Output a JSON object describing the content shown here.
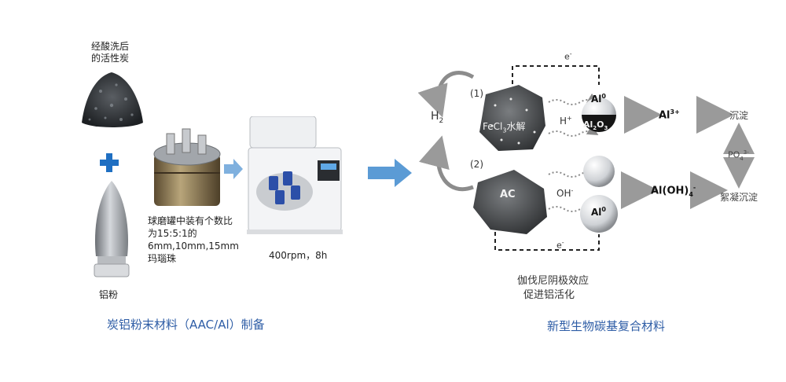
{
  "left": {
    "carbon_label_1": "经酸洗后",
    "carbon_label_2": "的活性炭",
    "al_label": "铝粉",
    "jar_l1": "球磨罐中装有个数比",
    "jar_l2": "为15:5:1的",
    "jar_l3": "6mm,10mm,15mm",
    "jar_l4": "玛瑙珠",
    "mill_label": "400rpm，8h",
    "caption": "炭铝粉末材料（AAC/Al）制备"
  },
  "right": {
    "h2": "H",
    "h2_sub": "2",
    "path1": "(1)",
    "path2": "(2)",
    "fecl3_a": "FeCl",
    "fecl3_sub": "3",
    "fecl3_b": "水解",
    "ac": "AC",
    "hplus": "H",
    "hplus_sup": "+",
    "ohminus": "OH",
    "ohminus_sup": "-",
    "al0": "Al",
    "al0_sup": "0",
    "al2o3_a": "Al",
    "al2o3_sub1": "2",
    "al2o3_b": "O",
    "al2o3_sub2": "3",
    "al3plus": "Al",
    "al3plus_sup": "3+",
    "aloh4_a": "Al(OH)",
    "aloh4_sub": "4",
    "aloh4_sup": "-",
    "precip": "沉淀",
    "po4_a": "PO",
    "po4_sub": "4",
    "po4_sup": "3-",
    "floc": "絮凝沉淀",
    "e_top": "e",
    "e_bottom": "e",
    "e_sup": "-",
    "galvanic_1": "伽伐尼阴极效应",
    "galvanic_2": "促进铝活化",
    "caption": "新型生物碳基复合材料"
  },
  "colors": {
    "caption": "#2e5da6",
    "plus": "#1f6fc2",
    "flow_arrow": "#5b9bd5",
    "gray_arrow": "#9a9a9a"
  }
}
